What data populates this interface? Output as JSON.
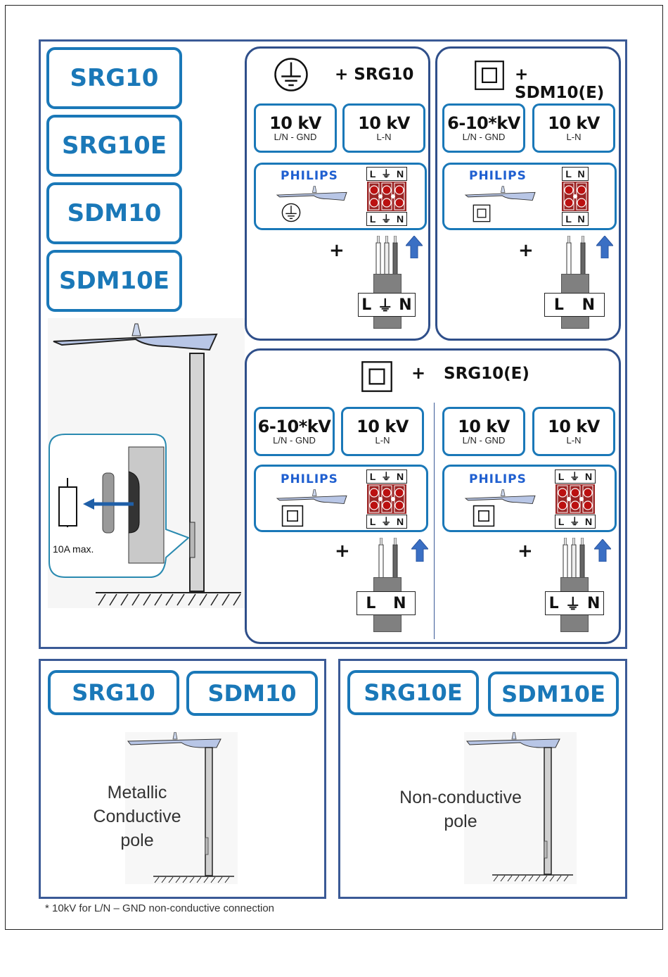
{
  "models": {
    "left_tags": [
      "SRG10",
      "SRG10E",
      "SDM10",
      "SDM10E"
    ]
  },
  "panel_class1": {
    "header_plus": "+ SRG10",
    "header_symbol": "earth-ground-icon",
    "specs": [
      {
        "value": "10 kV",
        "sub": "L/N - GND"
      },
      {
        "value": "10 kV",
        "sub": "L-N"
      }
    ],
    "brand": "PHILIPS",
    "terminal_top": [
      "L",
      "⏚",
      "N"
    ],
    "terminal_bottom": [
      "L",
      "⏚",
      "N"
    ],
    "plus": "+",
    "plug_labels": [
      "L",
      "⏚",
      "N"
    ]
  },
  "panel_class2": {
    "header_plus": "+ SDM10(E)",
    "header_symbol": "double-insulation-icon",
    "specs": [
      {
        "value": "6-10*kV",
        "sub": "L/N - GND"
      },
      {
        "value": "10 kV",
        "sub": "L-N"
      }
    ],
    "brand": "PHILIPS",
    "terminal_top": [
      "L",
      "N"
    ],
    "terminal_bottom": [
      "L",
      "N"
    ],
    "plus": "+",
    "plug_labels": [
      "L",
      "N"
    ]
  },
  "panel_srg10e": {
    "header_plus": "+",
    "header_model": "SRG10(E)",
    "header_symbol": "double-insulation-icon",
    "left": {
      "specs": [
        {
          "value": "6-10*kV",
          "sub": "L/N - GND"
        },
        {
          "value": "10 kV",
          "sub": "L-N"
        }
      ],
      "brand": "PHILIPS",
      "terminal_top": [
        "L",
        "⏚",
        "N"
      ],
      "terminal_bottom": [
        "L",
        "⏚",
        "N"
      ],
      "plus": "+",
      "plug_labels": [
        "L",
        "N"
      ]
    },
    "right": {
      "specs": [
        {
          "value": "10 kV",
          "sub": "L/N - GND"
        },
        {
          "value": "10 kV",
          "sub": "L-N"
        }
      ],
      "brand": "PHILIPS",
      "terminal_top": [
        "L",
        "⏚",
        "N"
      ],
      "terminal_bottom": [
        "L",
        "⏚",
        "N"
      ],
      "plus": "+",
      "plug_labels": [
        "L",
        "⏚",
        "N"
      ]
    }
  },
  "fuse": {
    "label": "10A max."
  },
  "bottom_left": {
    "tags": [
      "SRG10",
      "SDM10"
    ],
    "pole_text": [
      "Metallic",
      "Conductive",
      "pole"
    ]
  },
  "bottom_right": {
    "tags": [
      "SRG10E",
      "SDM10E"
    ],
    "pole_text": [
      "Non-conductive",
      "pole"
    ]
  },
  "footnote": "* 10kV for L/N – GND non-conductive connection",
  "colors": {
    "tag_blue": "#1a78b8",
    "frame_navy": "#2f4f8a",
    "philips_blue": "#1f5fd0",
    "terminal_red": "#9b2424",
    "arrow_blue": "#3a6fc4"
  }
}
